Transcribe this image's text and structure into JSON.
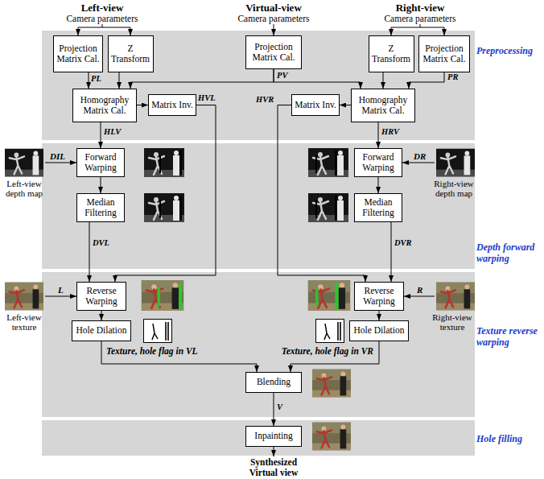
{
  "diagram": {
    "nodes": [
      {
        "text": [
          "Preprocessing"
        ]
      },
      {
        "text": [
          "Projection Matrix Cal."
        ],
        "in": 0
      },
      {
        "text": [
          "Z Transform"
        ],
        "in": 0
      },
      {
        "text": [
          "Projection Matrix Cal."
        ],
        "in": 0
      },
      {
        "text": [
          "Z Transform"
        ],
        "in": 0
      },
      {
        "text": [
          "Projection Matrix Cal."
        ],
        "in": 0
      },
      {
        "text": [
          "Homography Matrix Cal."
        ],
        "in": 0
      },
      {
        "text": [
          "Matrix Inv."
        ],
        "in": 0
      },
      {
        "text": [
          "Matrix Inv."
        ],
        "in": 0
      },
      {
        "text": [
          "Homography Matrix Cal."
        ],
        "in": 0
      },
      {
        "text": [
          "Depth forward warping"
        ]
      },
      {
        "text": [
          "Forward Warping"
        ],
        "in": 10
      },
      {
        "text": [
          "Median Filtering"
        ],
        "in": 10
      },
      {
        "text": [
          "Forward Warping"
        ],
        "in": 10
      },
      {
        "text": [
          "Median Filtering"
        ],
        "in": 10
      },
      {
        "text": [
          "Texture reverse warping"
        ]
      },
      {
        "text": [
          "Reverse Warping"
        ],
        "in": 15
      },
      {
        "text": [
          "Hole Dilation"
        ],
        "in": 15
      },
      {
        "text": [
          "Reverse Warping"
        ],
        "in": 15
      },
      {
        "text": [
          "Hole Dilation"
        ],
        "in": 15
      },
      {
        "text": [
          "Blending"
        ],
        "in": 15
      },
      {
        "text": [
          "Hole filling"
        ]
      },
      {
        "text": [
          "Inpainting"
        ],
        "in": 21
      }
    ],
    "edges": [
      {
        "from": 1,
        "to": 6,
        "label": "PL",
        "arrow": "to"
      },
      {
        "from": 2,
        "to": 6,
        "arrow": "to"
      },
      {
        "from": 3,
        "to": 6,
        "label": "PV",
        "arrow": "to"
      },
      {
        "from": 3,
        "to": 9,
        "arrow": "to"
      },
      {
        "from": 4,
        "to": 9,
        "arrow": "to"
      },
      {
        "from": 5,
        "to": 9,
        "label": "PR",
        "arrow": "to"
      },
      {
        "from": 6,
        "to": 7,
        "arrow": "to"
      },
      {
        "from": 9,
        "to": 8,
        "arrow": "to"
      },
      {
        "from": 6,
        "to": 11,
        "label": "HLV",
        "arrow": "to"
      },
      {
        "from": 9,
        "to": 13,
        "label": "HRV",
        "arrow": "to"
      },
      {
        "from": 11,
        "to": 12,
        "arrow": "to"
      },
      {
        "from": 13,
        "to": 14,
        "arrow": "to"
      },
      {
        "from": 12,
        "to": 16,
        "label": "DVL",
        "arrow": "to"
      },
      {
        "from": 14,
        "to": 18,
        "label": "DVR",
        "arrow": "to"
      },
      {
        "from": 7,
        "to": 16,
        "label": "HVL",
        "arrow": "to"
      },
      {
        "from": 8,
        "to": 18,
        "label": "HVR",
        "arrow": "to"
      },
      {
        "from": 16,
        "to": 17,
        "arrow": "to"
      },
      {
        "from": 18,
        "to": 19,
        "arrow": "to"
      },
      {
        "from": 17,
        "to": 20,
        "arrow": "to"
      },
      {
        "from": 19,
        "to": 20,
        "arrow": "to"
      },
      {
        "from": 20,
        "to": 22,
        "label": "V",
        "arrow": "to"
      }
    ],
    "labels": [
      "Left-view",
      "Camera parameters",
      "Virtual-view",
      "Camera parameters",
      "Right-view",
      "Camera parameters",
      "DIL",
      "Left-view depth map",
      "DR",
      "Right-view depth map",
      "L",
      "Left-view texture",
      "R",
      "Right-view texture",
      "Texture, hole flag in VL",
      "Texture, hole flag in VR",
      "Synthesized Virtual view"
    ]
  }
}
